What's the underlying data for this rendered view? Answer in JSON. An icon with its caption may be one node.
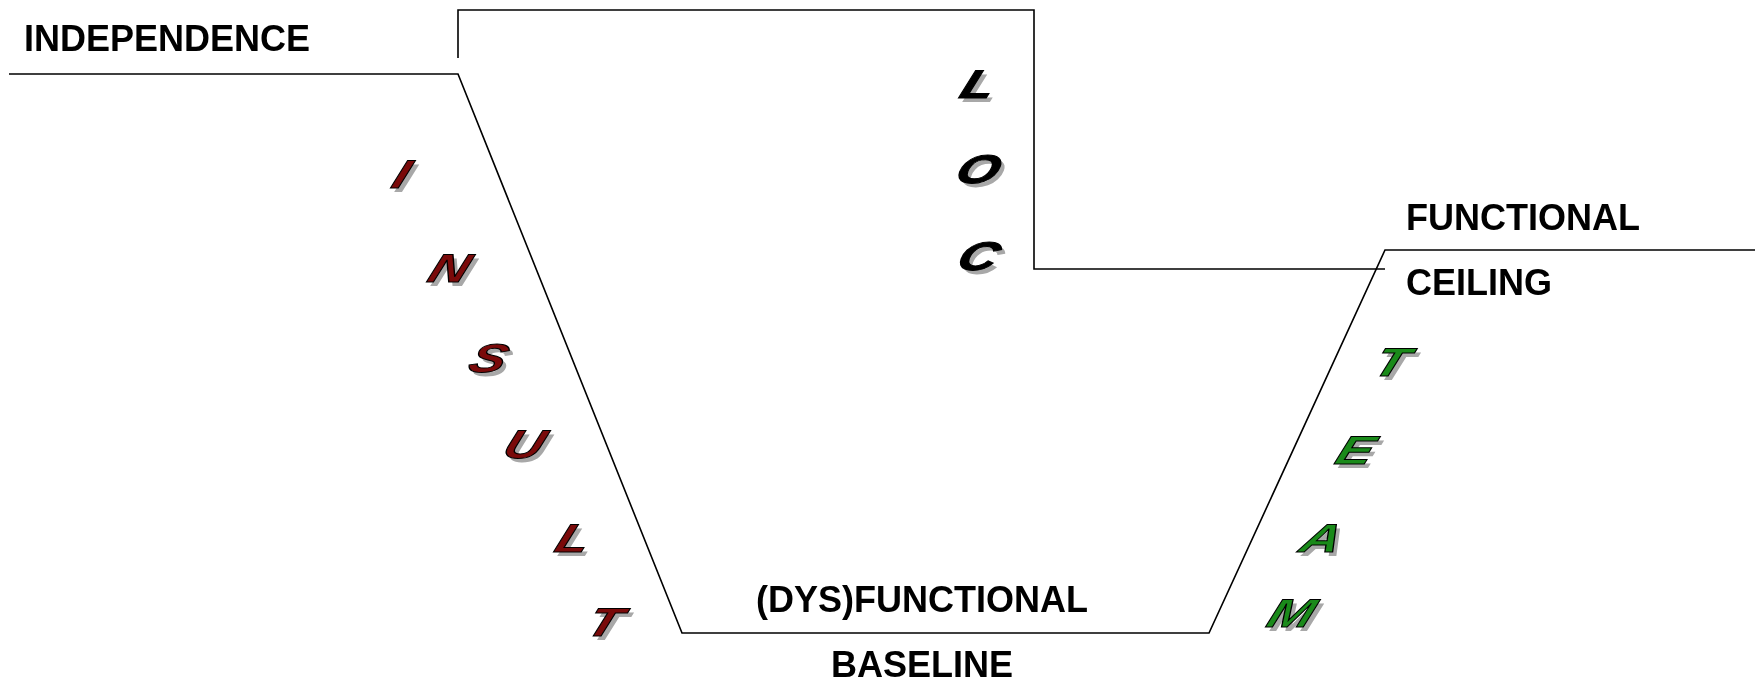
{
  "diagram": {
    "labels": [
      "INDEPENDENCE",
      "LOC",
      "INSULT",
      "FUNCTIONAL CEILING",
      "TEAM",
      "(DYS)FUNCTIONAL BASELINE"
    ]
  }
}
